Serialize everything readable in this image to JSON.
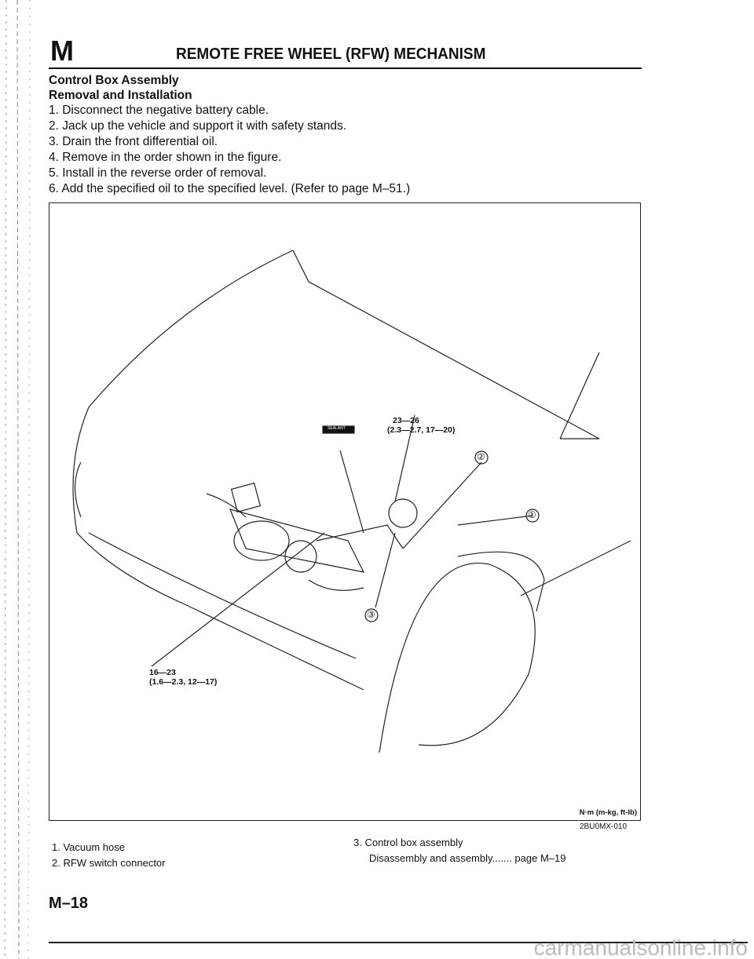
{
  "header": {
    "section_letter": "M",
    "title": "REMOTE FREE WHEEL (RFW) MECHANISM"
  },
  "section": {
    "heading": "Control Box Assembly",
    "subheading": "Removal and Installation",
    "steps": [
      "1. Disconnect the negative battery cable.",
      "2. Jack up the vehicle and support it with safety stands.",
      "3. Drain the front differential oil.",
      "4. Remove in the order shown in the figure.",
      "5. Install in the reverse order of removal.",
      "6. Add the specified oil to the specified level. (Refer to page M–51.)"
    ]
  },
  "figure": {
    "sealant_label": "SEALANT",
    "torque1_line1": "23—26",
    "torque1_line2": "(2.3—2.7, 17—20)",
    "torque2_line1": "16—23",
    "torque2_line2": "(1.6—2.3, 12—17)",
    "callouts": [
      "①",
      "②",
      "③"
    ],
    "units": "N·m (m-kg, ft-lb)",
    "code": "2BU0MX-010"
  },
  "legend": {
    "item1": "1. Vacuum hose",
    "item2": "2. RFW switch connector",
    "item3": "3. Control box assembly",
    "item3_sub": "Disassembly and assembly....... page M–19"
  },
  "footer": {
    "page_number": "M–18",
    "watermark": "carmanualsonline.info"
  }
}
